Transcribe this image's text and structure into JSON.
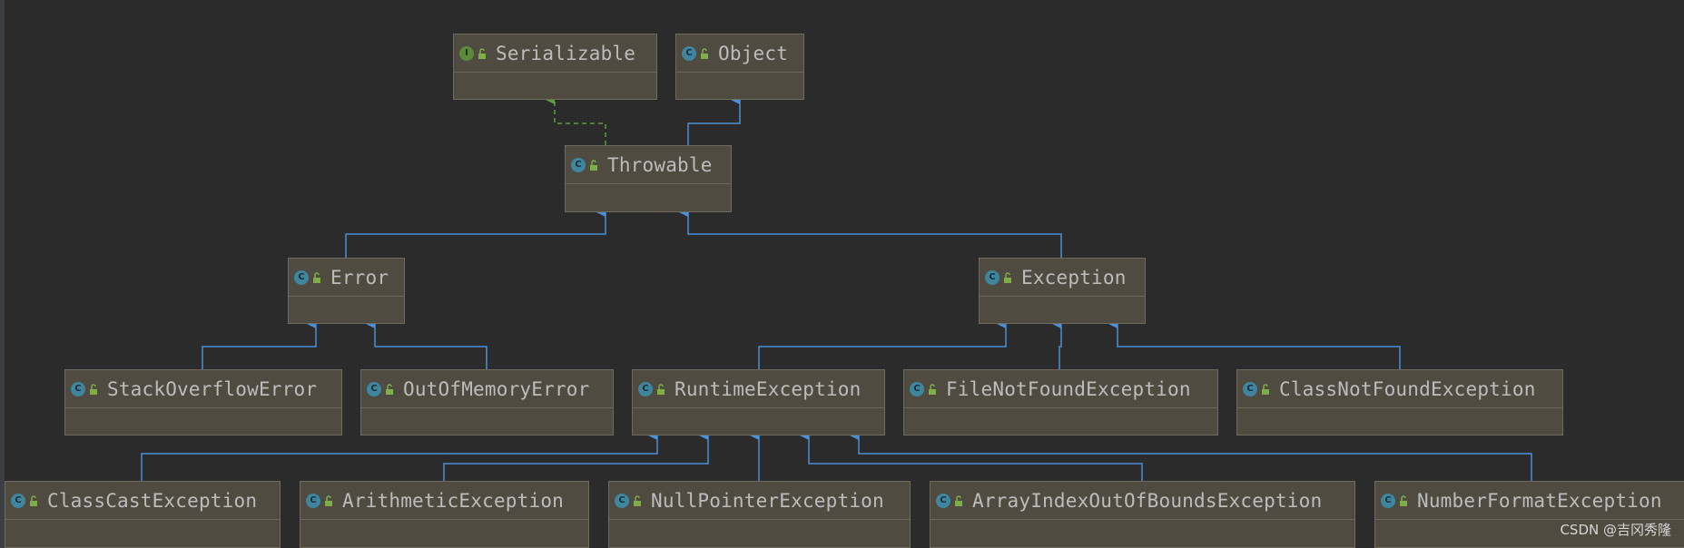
{
  "nodes": {
    "serializable": {
      "name": "Serializable",
      "badge": "I",
      "kind": "interface"
    },
    "object": {
      "name": "Object",
      "badge": "C",
      "kind": "class"
    },
    "throwable": {
      "name": "Throwable",
      "badge": "C",
      "kind": "class"
    },
    "error": {
      "name": "Error",
      "badge": "C",
      "kind": "class"
    },
    "exception": {
      "name": "Exception",
      "badge": "C",
      "kind": "class"
    },
    "stackoverflowerror": {
      "name": "StackOverflowError",
      "badge": "C",
      "kind": "class"
    },
    "outofmemoryerror": {
      "name": "OutOfMemoryError",
      "badge": "C",
      "kind": "class"
    },
    "runtimeexception": {
      "name": "RuntimeException",
      "badge": "C",
      "kind": "class"
    },
    "filenotfoundexception": {
      "name": "FileNotFoundException",
      "badge": "C",
      "kind": "class"
    },
    "classnotfoundexception": {
      "name": "ClassNotFoundException",
      "badge": "C",
      "kind": "class"
    },
    "classcastexception": {
      "name": "ClassCastException",
      "badge": "C",
      "kind": "class"
    },
    "arithmeticexception": {
      "name": "ArithmeticException",
      "badge": "C",
      "kind": "class"
    },
    "nullpointerexception": {
      "name": "NullPointerException",
      "badge": "C",
      "kind": "class"
    },
    "arrayindexoutofboundsexception": {
      "name": "ArrayIndexOutOfBoundsException",
      "badge": "C",
      "kind": "class"
    },
    "numberformatexception": {
      "name": "NumberFormatException",
      "badge": "C",
      "kind": "class"
    }
  },
  "edges": [
    {
      "from": "Throwable",
      "to": "Serializable",
      "type": "implements"
    },
    {
      "from": "Throwable",
      "to": "Object",
      "type": "extends"
    },
    {
      "from": "Error",
      "to": "Throwable",
      "type": "extends"
    },
    {
      "from": "Exception",
      "to": "Throwable",
      "type": "extends"
    },
    {
      "from": "StackOverflowError",
      "to": "Error",
      "type": "extends"
    },
    {
      "from": "OutOfMemoryError",
      "to": "Error",
      "type": "extends"
    },
    {
      "from": "RuntimeException",
      "to": "Exception",
      "type": "extends"
    },
    {
      "from": "FileNotFoundException",
      "to": "Exception",
      "type": "extends"
    },
    {
      "from": "ClassNotFoundException",
      "to": "Exception",
      "type": "extends"
    },
    {
      "from": "ClassCastException",
      "to": "RuntimeException",
      "type": "extends"
    },
    {
      "from": "ArithmeticException",
      "to": "RuntimeException",
      "type": "extends"
    },
    {
      "from": "NullPointerException",
      "to": "RuntimeException",
      "type": "extends"
    },
    {
      "from": "ArrayIndexOutOfBoundsException",
      "to": "RuntimeException",
      "type": "extends"
    },
    {
      "from": "NumberFormatException",
      "to": "RuntimeException",
      "type": "extends"
    }
  ],
  "colors": {
    "background": "#2b2b2b",
    "node_fill": "#4f4b41",
    "extends_edge": "#4b8fd8",
    "implements_edge": "#5d9f3a",
    "class_badge": "#3e86a0",
    "interface_badge": "#5d8a3a"
  },
  "watermark": "CSDN @吉冈秀隆"
}
